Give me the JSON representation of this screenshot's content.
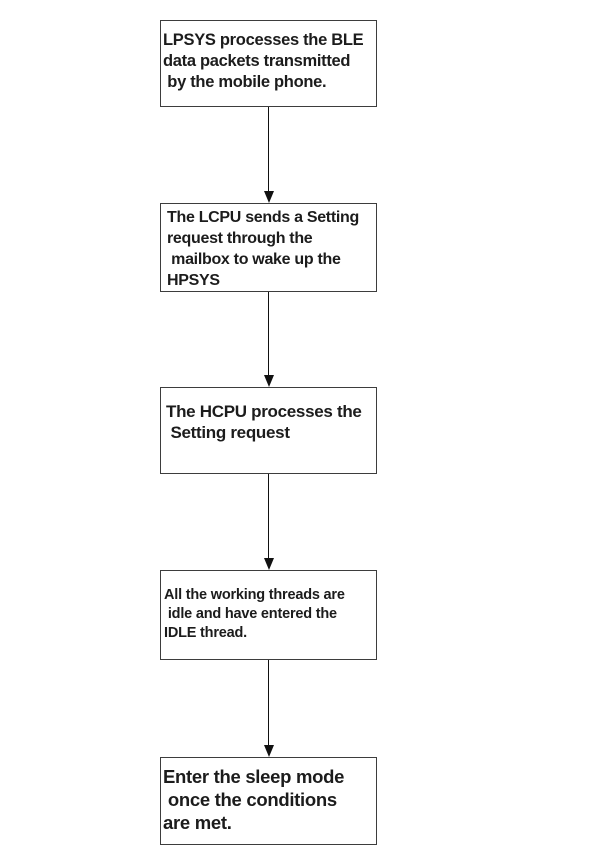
{
  "diagram": {
    "type": "flowchart",
    "direction": "top-to-bottom",
    "colors": {
      "background": "#ffffff",
      "box_border": "#3d3d3d",
      "text": "#1c1c1c",
      "arrow": "#111111"
    },
    "steps": [
      {
        "id": 1,
        "label": "LPSYS processes the BLE\ndata packets transmitted\n by the mobile phone."
      },
      {
        "id": 2,
        "label": "The LCPU sends a Setting\nrequest through the\n mailbox to wake up the\nHPSYS"
      },
      {
        "id": 3,
        "label": "The HCPU processes the\n Setting request"
      },
      {
        "id": 4,
        "label": "All the working threads are\n idle and have entered the\nIDLE thread."
      },
      {
        "id": 5,
        "label": "Enter the sleep mode\n once the conditions\nare met."
      }
    ],
    "connectors": [
      {
        "from": 1,
        "to": 2
      },
      {
        "from": 2,
        "to": 3
      },
      {
        "from": 3,
        "to": 4
      },
      {
        "from": 4,
        "to": 5
      }
    ]
  }
}
